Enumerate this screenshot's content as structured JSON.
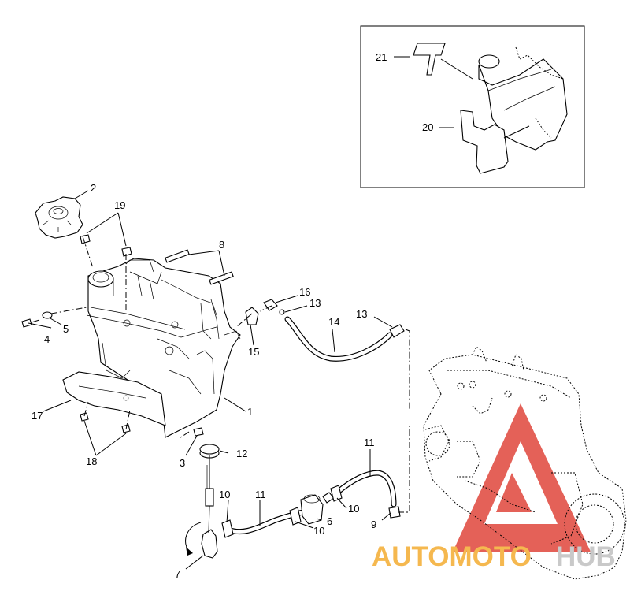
{
  "callouts": {
    "c1": "1",
    "c2": "2",
    "c3": "3",
    "c4": "4",
    "c5": "5",
    "c6": "6",
    "c7": "7",
    "c8": "8",
    "c9": "9",
    "c10a": "10",
    "c10b": "10",
    "c10c": "10",
    "c11a": "11",
    "c11b": "11",
    "c12": "12",
    "c13a": "13",
    "c13b": "13",
    "c14": "14",
    "c15": "15",
    "c16": "16",
    "c17": "17",
    "c18": "18",
    "c19": "19",
    "c20": "20",
    "c21": "21"
  },
  "watermark": {
    "text_a": "AUTOMOTO",
    "text_b": "HUB",
    "color_a": "#f5b84f",
    "color_b": "#c9c9c9",
    "triangle_color": "#e0463b"
  }
}
